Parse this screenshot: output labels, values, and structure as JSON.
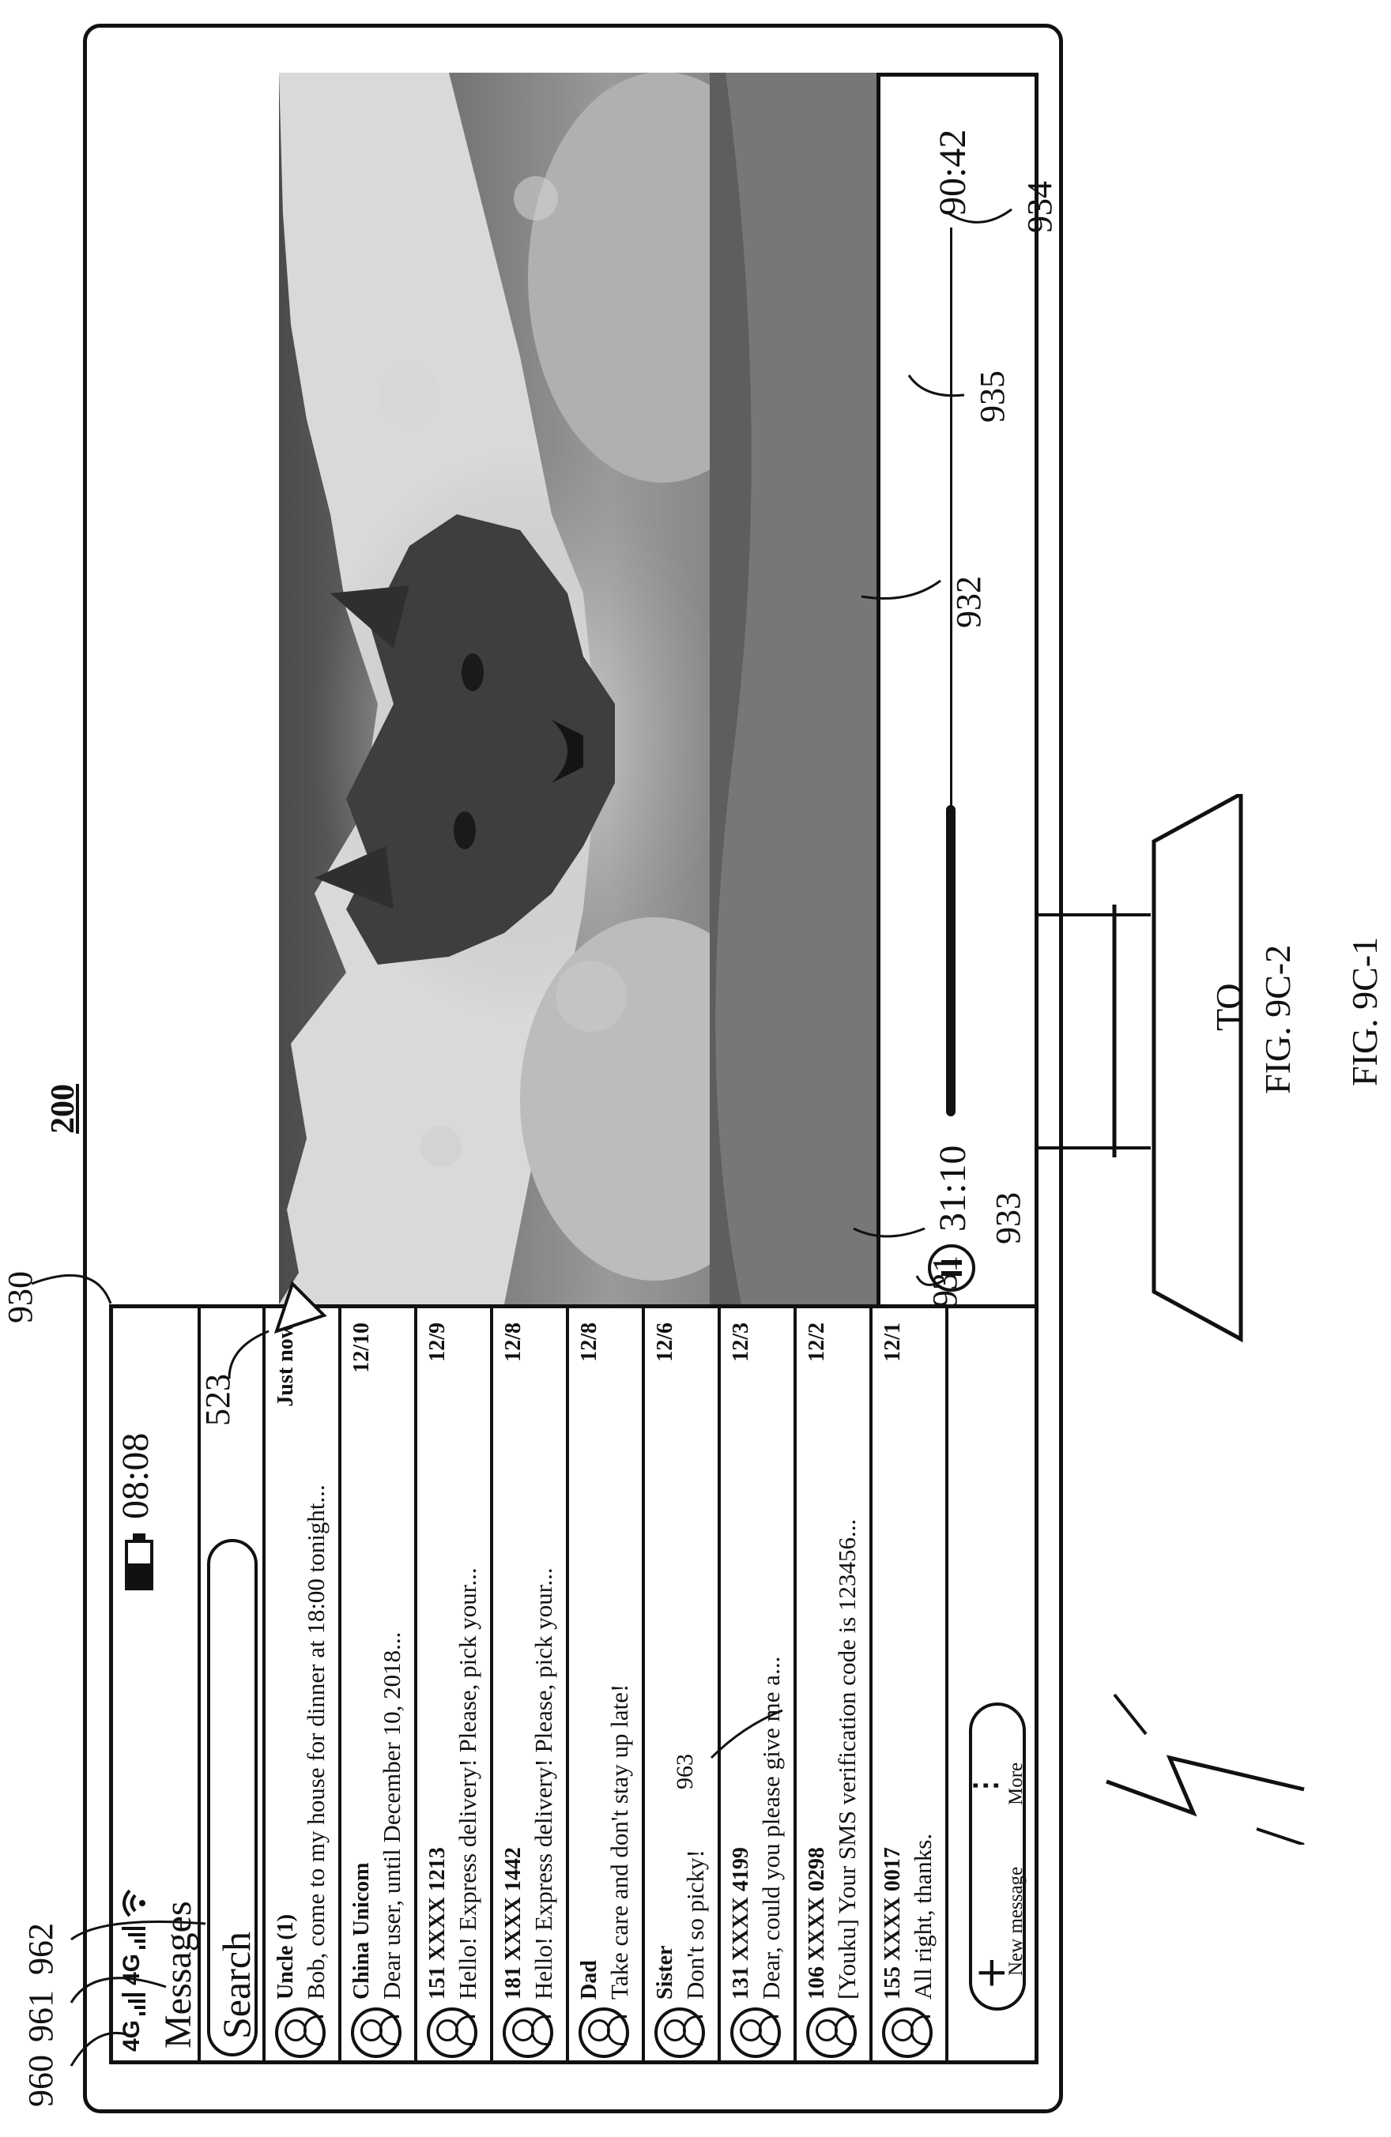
{
  "figure": {
    "number": "200",
    "caption": "FIG. 9C-1",
    "continuation_to": "TO",
    "continuation_ref": "FIG. 9C-2"
  },
  "reference_labels": {
    "r960": "960",
    "r961": "961",
    "r962": "962",
    "r930": "930",
    "r523": "523",
    "r963": "963",
    "r931": "931",
    "r933": "933",
    "r932": "932",
    "r935": "935",
    "r934": "934"
  },
  "phone": {
    "status": {
      "signal1": "4G",
      "signal2": "4G",
      "time": "08:08",
      "icons": [
        "signal-icon",
        "signal-icon",
        "wifi-icon",
        "battery-icon"
      ]
    },
    "title": "Messages",
    "search": {
      "placeholder": "Search"
    },
    "messages": [
      {
        "name": "Uncle (1)",
        "date": "Just now",
        "preview": "Bob, come to my house for dinner at 18:00 tonight..."
      },
      {
        "name": "China Unicom",
        "date": "12/10",
        "preview": "Dear user, until December 10, 2018..."
      },
      {
        "name": "151 XXXX 1213",
        "date": "12/9",
        "preview": "Hello! Express delivery! Please, pick your..."
      },
      {
        "name": "181 XXXX 1442",
        "date": "12/8",
        "preview": "Hello! Express delivery! Please, pick your..."
      },
      {
        "name": "Dad",
        "date": "12/8",
        "preview": "Take care and don't stay up late!"
      },
      {
        "name": "Sister",
        "date": "12/6",
        "preview": "Don't so picky!"
      },
      {
        "name": "131 XXXX 4199",
        "date": "12/3",
        "preview": "Dear, could you please give me a..."
      },
      {
        "name": "106 XXXX 0298",
        "date": "12/2",
        "preview": "[Youku] Your SMS verification code is 123456..."
      },
      {
        "name": "155 XXXX 0017",
        "date": "12/1",
        "preview": "All right, thanks."
      }
    ],
    "fab": {
      "new_label": "New message",
      "more_label": "More",
      "plus": "+",
      "dots": "⋮"
    }
  },
  "video": {
    "current_time": "31:10",
    "duration": "90:42",
    "progress": 0.35,
    "state": "playing",
    "icon": "pause-icon"
  },
  "colors": {
    "ink": "#111111",
    "paper": "#ffffff"
  }
}
